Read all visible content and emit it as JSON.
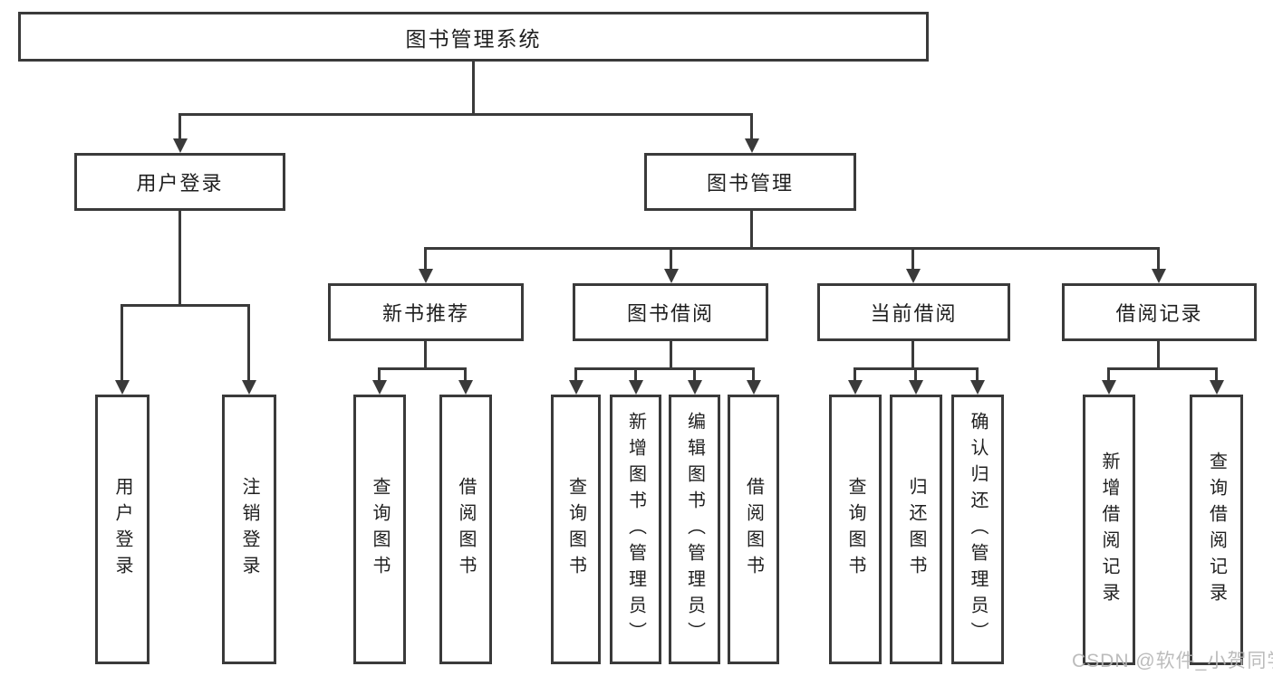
{
  "tree": {
    "root": {
      "label": "图书管理系统"
    },
    "branches": [
      {
        "label": "用户登录",
        "children": [
          {
            "label": "用户登录"
          },
          {
            "label": "注销登录"
          }
        ]
      },
      {
        "label": "图书管理",
        "children": [
          {
            "label": "新书推荐",
            "children": [
              {
                "label": "查询图书"
              },
              {
                "label": "借阅图书"
              }
            ]
          },
          {
            "label": "图书借阅",
            "children": [
              {
                "label": "查询图书"
              },
              {
                "label": "新增图书（管理员）"
              },
              {
                "label": "编辑图书（管理员）"
              },
              {
                "label": "借阅图书"
              }
            ]
          },
          {
            "label": "当前借阅",
            "children": [
              {
                "label": "查询图书"
              },
              {
                "label": "归还图书"
              },
              {
                "label": "确认归还（管理员）"
              }
            ]
          },
          {
            "label": "借阅记录",
            "children": [
              {
                "label": "新增借阅记录"
              },
              {
                "label": "查询借阅记录"
              }
            ]
          }
        ]
      }
    ]
  },
  "watermark": {
    "text": "CSDN @软件_小贺同学"
  },
  "colors": {
    "line": "#3a3a3a",
    "text": "#1f1f1f",
    "background": "#ffffff",
    "watermark": "#b5b5b5"
  }
}
